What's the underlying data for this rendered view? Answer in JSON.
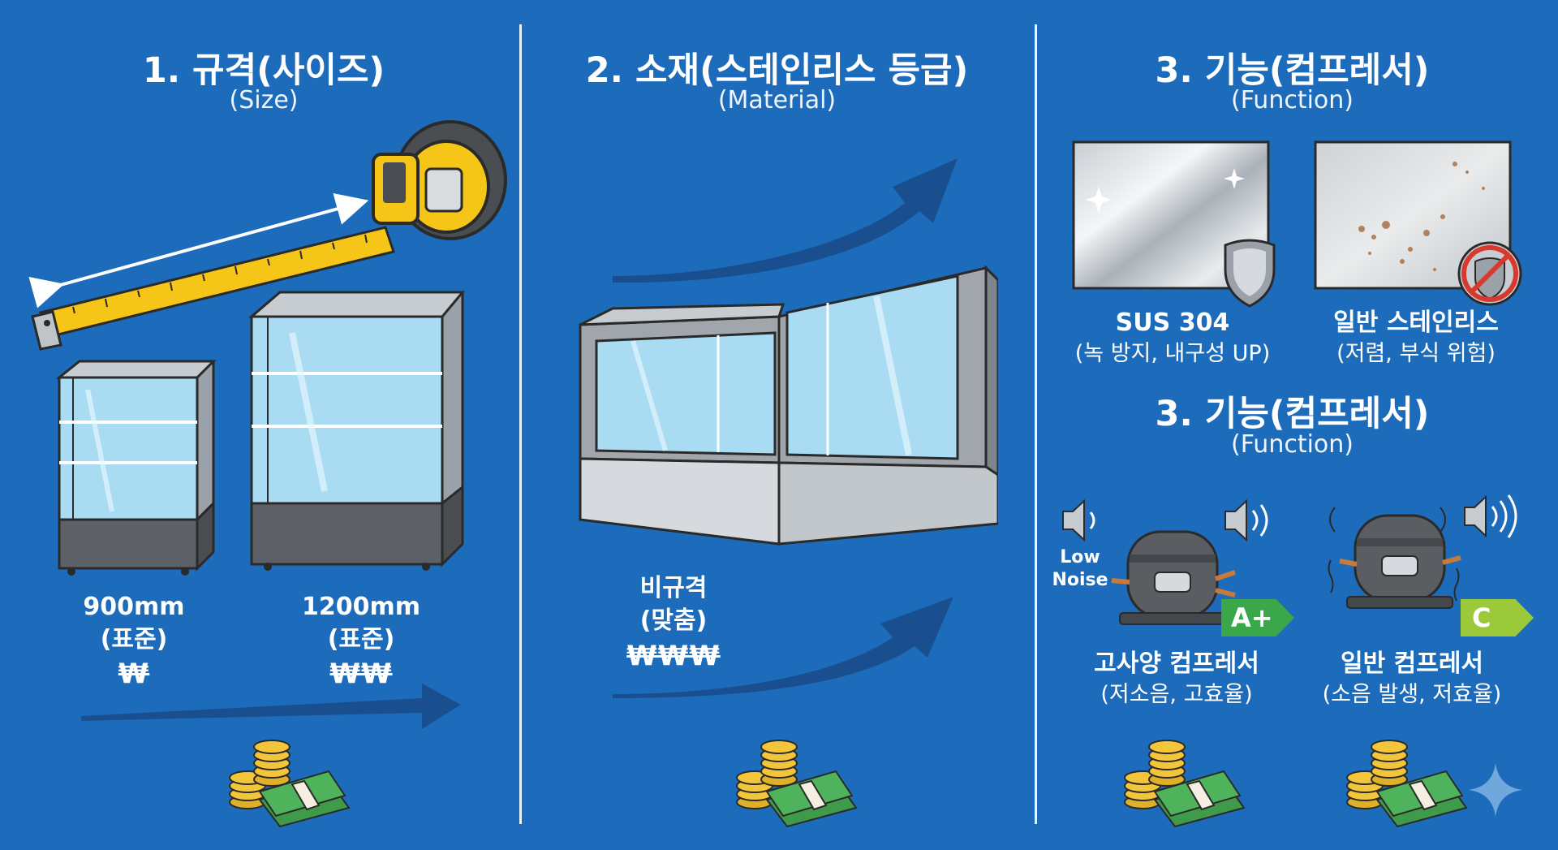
{
  "sections": [
    {
      "title": "1. 규격(사이즈)",
      "subtitle": "(Size)"
    },
    {
      "title": "2. 소재(스테인리스 등급)",
      "subtitle": "(Material)"
    },
    {
      "title": "3. 기능(컴프레서)",
      "subtitle": "(Function)"
    }
  ],
  "size": {
    "items": [
      {
        "size": "900mm",
        "note": "(표준)",
        "price": "₩"
      },
      {
        "size": "1200mm",
        "note": "(표준)",
        "price": "₩₩"
      }
    ]
  },
  "material_custom": {
    "label": "비규격",
    "note": "(맞춤)",
    "price": "₩₩₩"
  },
  "material_grades": [
    {
      "name": "SUS 304",
      "note": "(녹 방지, 내구성 UP)"
    },
    {
      "name": "일반 스테인리스",
      "note": "(저렴, 부식 위험)"
    }
  ],
  "function": {
    "title": "3. 기능(컴프레서)",
    "subtitle": "(Function)",
    "low_noise_line1": "Low",
    "low_noise_line2": "Noise",
    "items": [
      {
        "name": "고사양 컴프레서",
        "note": "(저소음, 고효율)",
        "grade": "A+",
        "grade_color": "#3aa84a"
      },
      {
        "name": "일반 컴프레서",
        "note": "(소음 발생, 저효율)",
        "grade": "C",
        "grade_color": "#9cc93a"
      }
    ]
  },
  "colors": {
    "background": "#1d6cbc",
    "arrow": "#1a4f8f",
    "tape": "#f5c518"
  }
}
